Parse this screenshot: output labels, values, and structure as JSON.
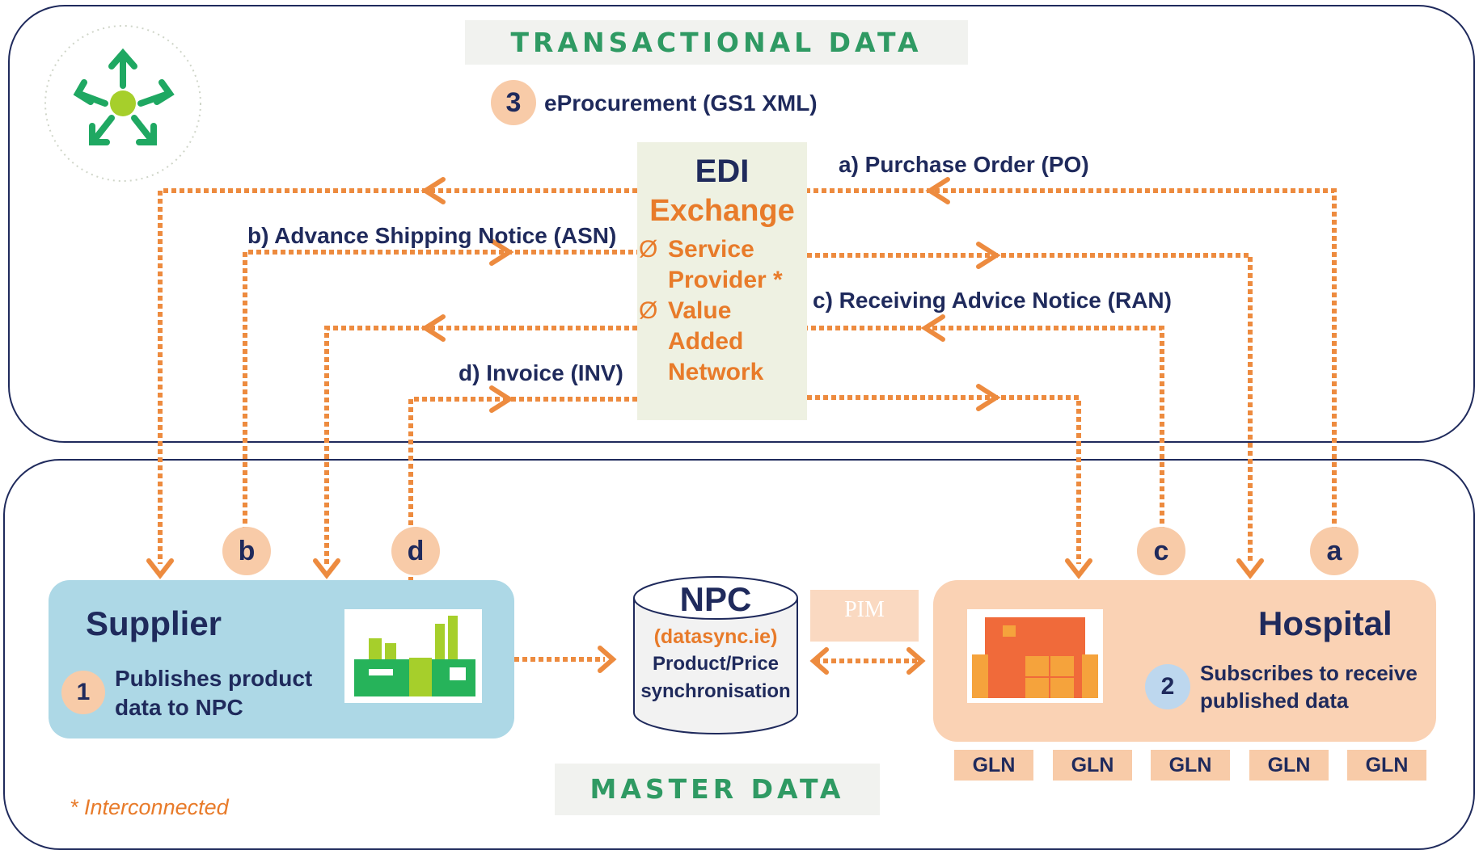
{
  "banners": {
    "transactional": "TRANSACTIONAL DATA",
    "master": "MASTER DATA"
  },
  "eprocurement": {
    "number": "3",
    "label": "eProcurement (GS1 XML)"
  },
  "edi": {
    "title": "EDI",
    "subtitle": "Exchange",
    "bullet_glyph": "Ø",
    "items": [
      "Service",
      "Provider *",
      "Value",
      "Added",
      "Network"
    ]
  },
  "flows": {
    "a": "a) Purchase Order (PO)",
    "b": "b) Advance Shipping Notice (ASN)",
    "c": "c) Receiving Advice Notice (RAN)",
    "d": "d) Invoice (INV)"
  },
  "markers": [
    "b",
    "d",
    "c",
    "a"
  ],
  "supplier": {
    "title": "Supplier",
    "number": "1",
    "text_line1": "Publishes product",
    "text_line2": "data to NPC"
  },
  "npc": {
    "title": "NPC",
    "site": "(datasync.ie)",
    "line1": "Product/Price",
    "line2": "synchronisation"
  },
  "pim": "PIM",
  "hospital": {
    "title": "Hospital",
    "number": "2",
    "text_line1": "Subscribes to receive",
    "text_line2": "published data"
  },
  "gln": [
    "GLN",
    "GLN",
    "GLN",
    "GLN",
    "GLN"
  ],
  "footnote": "* Interconnected",
  "colors": {
    "navy": "#1f2a5c",
    "orange": "#e87b2a",
    "peach": "#f8cba8",
    "supplier_bg": "#add8e6",
    "hospital_bg": "#fad2b4",
    "green": "#2f9a63"
  }
}
